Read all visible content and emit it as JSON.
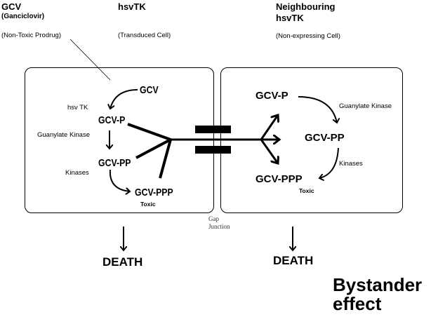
{
  "headers": {
    "left": {
      "title": "GCV",
      "subtitle": "(Ganciclovir)",
      "note": "(Non-Toxic Prodrug)"
    },
    "middle": {
      "title": "hsvTK",
      "note": "(Transduced Cell)"
    },
    "right": {
      "title_line1": "Neighbouring",
      "title_line2": "hsvTK",
      "note": "(Non-expressing Cell)"
    }
  },
  "left_cell": {
    "molecules": [
      "GCV",
      "GCV-P",
      "GCV-PP",
      "GCV-PPP"
    ],
    "enzymes": [
      "hsv TK",
      "Guanylate Kinase",
      "Kinases"
    ],
    "toxic_label": "Toxic"
  },
  "right_cell": {
    "molecules": [
      "GCV-P",
      "GCV-PP",
      "GCV-PPP"
    ],
    "enzymes": [
      "Guanylate Kinase",
      "Kinases"
    ],
    "toxic_label": "Toxic"
  },
  "gap_junction": {
    "line1": "Gap",
    "line2": "Junction"
  },
  "outcomes": {
    "left": "DEATH",
    "right": "DEATH"
  },
  "caption": {
    "line1": "Bystander",
    "line2": "effect"
  }
}
